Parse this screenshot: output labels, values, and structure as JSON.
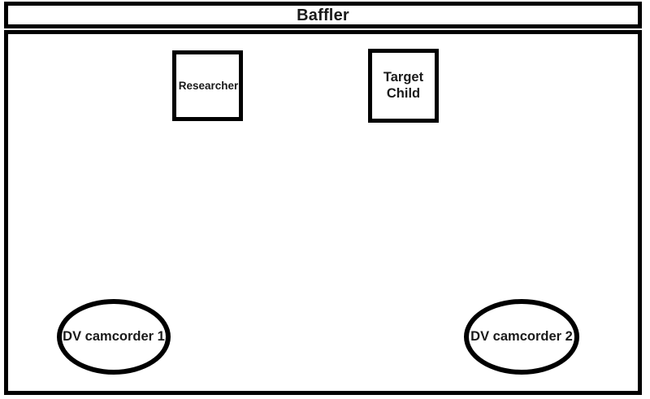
{
  "diagram": {
    "title": "Baffler",
    "type": "room-layout-diagram",
    "colors": {
      "stroke": "#000000",
      "fill": "#ffffff",
      "text": "#1a1a1a"
    },
    "header": {
      "label": "Baffler",
      "shape": "rectangle"
    },
    "room": {
      "name": "observation-room",
      "shape": "rectangle"
    },
    "actors": [
      {
        "id": "researcher",
        "label": "Researcher",
        "shape": "square"
      },
      {
        "id": "target-child",
        "label": "Target\nChild",
        "shape": "square"
      }
    ],
    "devices": [
      {
        "id": "camcorder-1",
        "label": "DV camcorder 1",
        "shape": "ellipse"
      },
      {
        "id": "camcorder-2",
        "label": "DV camcorder 2",
        "shape": "ellipse"
      }
    ]
  }
}
